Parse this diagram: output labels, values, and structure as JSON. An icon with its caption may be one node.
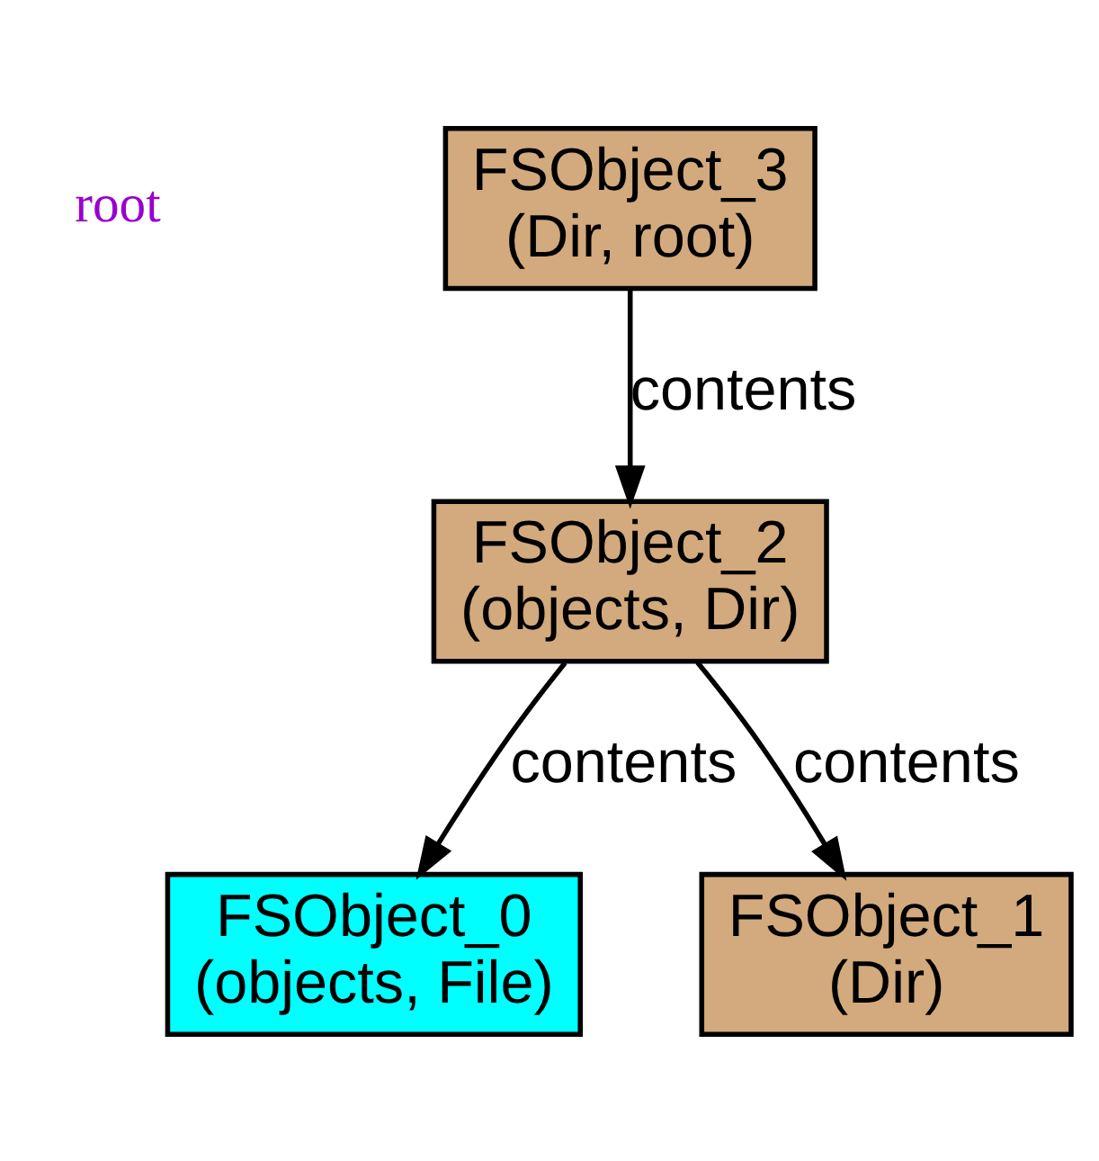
{
  "diagram": {
    "nodes": [
      {
        "text": [
          "FSObject_3",
          "(Dir, root)"
        ]
      },
      {
        "text": [
          "FSObject_2",
          "(objects, Dir)"
        ]
      },
      {
        "text": [
          "FSObject_0",
          "(objects, File)"
        ]
      },
      {
        "text": [
          "FSObject_1",
          "(Dir)"
        ]
      }
    ],
    "edges": [
      {
        "from": 0,
        "to": 1,
        "arrow": "to",
        "label": "contents"
      },
      {
        "from": 1,
        "to": 2,
        "arrow": "to",
        "label": "contents"
      },
      {
        "from": 1,
        "to": 3,
        "arrow": "to",
        "label": "contents"
      }
    ],
    "labels": [
      "root"
    ]
  }
}
